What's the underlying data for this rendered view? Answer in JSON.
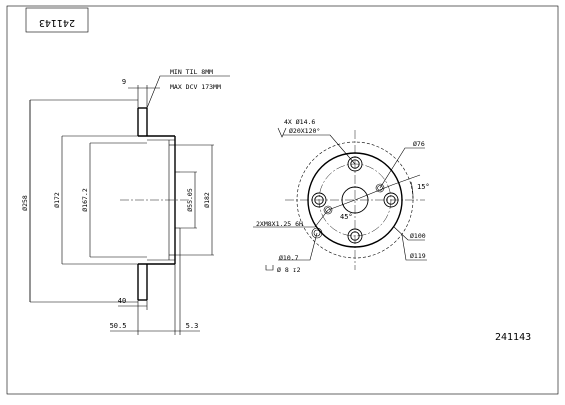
{
  "drawing": {
    "part_number": "241143",
    "part_number_mirrored": "241143"
  },
  "section_view": {
    "thickness_label": "9",
    "min_thickness_label": "MIN TIL 8MM",
    "max_dcv_label": "MAX DCV 173MM",
    "dia_outer_label": "Ø258",
    "dia_172_label": "Ø172",
    "dia_1672_label": "Ø167.2",
    "dia_5505_label": "Ø55.05",
    "dia_182_label": "Ø182",
    "dim_40_label": "40",
    "dim_505_label": "50.5",
    "dim_53_label": "5.3"
  },
  "front_view": {
    "bolt_holes_label": "4X Ø14.6",
    "countersink_label": "Ø20X120°",
    "threads_label": "2XM8X1.25 6H",
    "dia_107_label": "Ø10.7",
    "counterbore_label": "Ø 8 ↧2",
    "dia_76_label": "Ø76",
    "dia_100_label": "Ø100",
    "dia_119_label": "Ø119",
    "angle_15_label": "15°",
    "angle_45_label": "45°"
  }
}
